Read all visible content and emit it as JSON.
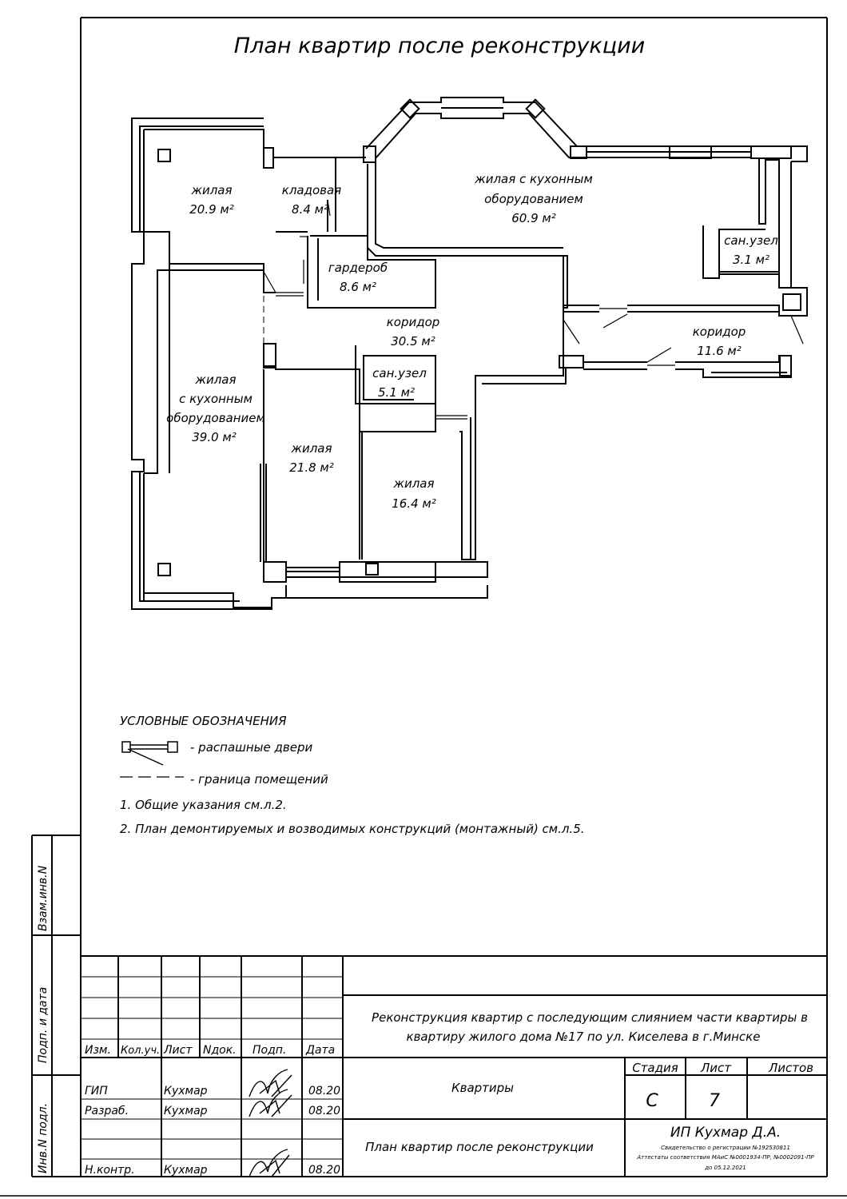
{
  "plan_title": "План квартир после реконструкции",
  "rooms": [
    {
      "name": "жилая",
      "area": "20.9 м²"
    },
    {
      "name": "кладовая",
      "area": "8.4 м²"
    },
    {
      "name": "жилая с кухонным",
      "name2": "оборудованием",
      "area": "60.9 м²"
    },
    {
      "name": "гардероб",
      "area": "8.6 м²"
    },
    {
      "name": "сан.узел",
      "area": "3.1 м²"
    },
    {
      "name": "коридор",
      "area": "30.5 м²"
    },
    {
      "name": "коридор",
      "area": "11.6 м²"
    },
    {
      "name": "жилая",
      "name2": "с кухонным",
      "name3": "оборудованием",
      "area": "39.0 м²"
    },
    {
      "name": "сан.узел",
      "area": "5.1 м²"
    },
    {
      "name": "жилая",
      "area": "21.8 м²"
    },
    {
      "name": "жилая",
      "area": "16.4 м²"
    }
  ],
  "legend": {
    "title": "УСЛОВНЫЕ ОБОЗНАЧЕНИЯ",
    "doors": "- распашные двери",
    "boundary": "- граница помещений"
  },
  "notes": [
    "1.  Общие указания см.л.2.",
    "2.  План демонтируемых и возводимых конструкций  (монтажный)  см.л.5."
  ],
  "side_stamp": {
    "vzam": "Взам.инв.N",
    "podp": "Подп. и дата",
    "inv": "Инв.N подл."
  },
  "stamp": {
    "headers": [
      "Изм.",
      "Кол.уч.",
      "Лист",
      "Nдок.",
      "Подп.",
      "Дата"
    ],
    "rows": [
      {
        "role": "ГИП",
        "name": "Кухмар",
        "date": "08.20"
      },
      {
        "role": "Разраб.",
        "name": "Кухмар",
        "date": "08.20"
      },
      {
        "role": "Н.контр.",
        "name": "Кухмар",
        "date": "08.20"
      }
    ],
    "project_line1": "Реконструкция квартир с последующим слиянием части квартиры в",
    "project_line2": "квартиру жилого дома  №17  по ул. Киселева в г.Минске",
    "object": "Квартиры",
    "sheet_title": "План квартир  после реконструкции",
    "stage_label": "Стадия",
    "sheet_label": "Лист",
    "sheets_label": "Листов",
    "stage": "С",
    "sheet": "7",
    "sheets": "",
    "org": "ИП Кухмар Д.А.",
    "org_line1": "Свидетельство о регистрации №192530811",
    "org_line2": "Аттестаты соответствия МАиС №0001934-ПР, №0002091-ПР",
    "org_line3": "до 05.12.2021"
  }
}
